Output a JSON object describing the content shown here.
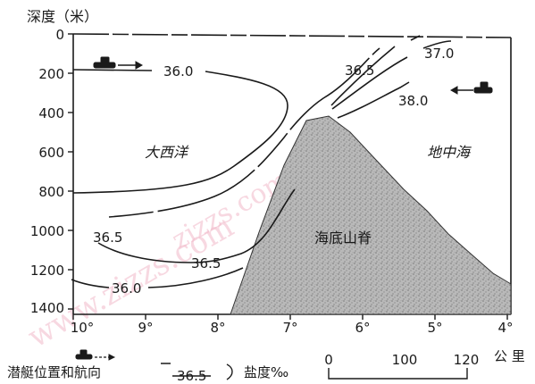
{
  "y_axis": {
    "title": "深度（米）",
    "ticks": [
      "0",
      "200",
      "400",
      "600",
      "800",
      "1000",
      "1200",
      "1400"
    ]
  },
  "x_axis": {
    "ticks": [
      "10°",
      "9°",
      "8°",
      "7°",
      "6°",
      "5°",
      "4°"
    ]
  },
  "regions": {
    "atlantic": "大西洋",
    "mediterranean": "地中海",
    "ridge": "海底山脊"
  },
  "isolines": {
    "atlantic_top": "36.0",
    "atlantic_mid_a": "36.5",
    "atlantic_mid_b": "36.5",
    "atlantic_bottom": "36.0",
    "strait_36_5": "36.5",
    "med_37": "37.0",
    "med_38": "38.0"
  },
  "legend": {
    "submarine_label": "潜艇位置和航向",
    "isoline_sample": "36.5",
    "salinity_label": "盐度‰",
    "scale": {
      "ticks": [
        "0",
        "100",
        "120"
      ],
      "unit": "公 里"
    }
  },
  "watermark": "www.zizzs.com"
}
